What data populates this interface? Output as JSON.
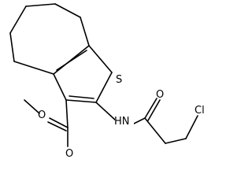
{
  "molecule": {
    "atoms": {
      "sulfur": "S",
      "nitrogen": "HN",
      "oxygen_ester_carbonyl": "O",
      "oxygen_ester_ether": "O",
      "oxygen_amide_carbonyl": "O",
      "chlorine": "Cl"
    },
    "colors": {
      "bond": "#000000",
      "label": "#000000",
      "background": "#ffffff"
    }
  }
}
